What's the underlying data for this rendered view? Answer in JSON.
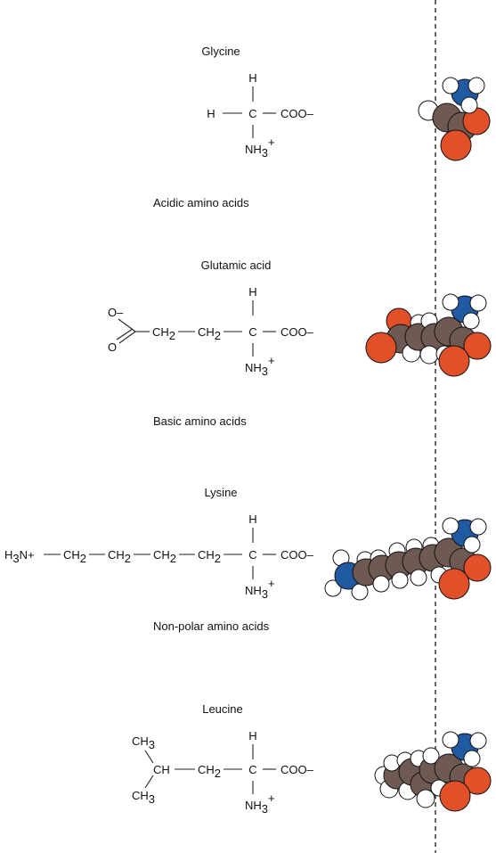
{
  "colors": {
    "carbon": "#6e5a52",
    "oxygen": "#e2502a",
    "nitrogen": "#1f5aa3",
    "hydrogen": "#ffffff",
    "divider": "#000000"
  },
  "common": {
    "H": "H",
    "C": "C",
    "COO": "COO–",
    "NH": "NH",
    "sub3": "3",
    "plus": "+",
    "CH": "CH",
    "sub2": "2",
    "O_minus": "O–",
    "O": "O",
    "H3N": "H",
    "N_plus": "N+"
  },
  "sections": {
    "acidic": "Acidic amino acids",
    "basic": "Basic amino acids",
    "nonpolar": "Non-polar amino acids"
  },
  "molecules": {
    "glycine": {
      "name": "Glycine"
    },
    "glutamic": {
      "name": "Glutamic acid"
    },
    "lysine": {
      "name": "Lysine"
    },
    "leucine": {
      "name": "Leucine",
      "ch3": "CH"
    }
  }
}
